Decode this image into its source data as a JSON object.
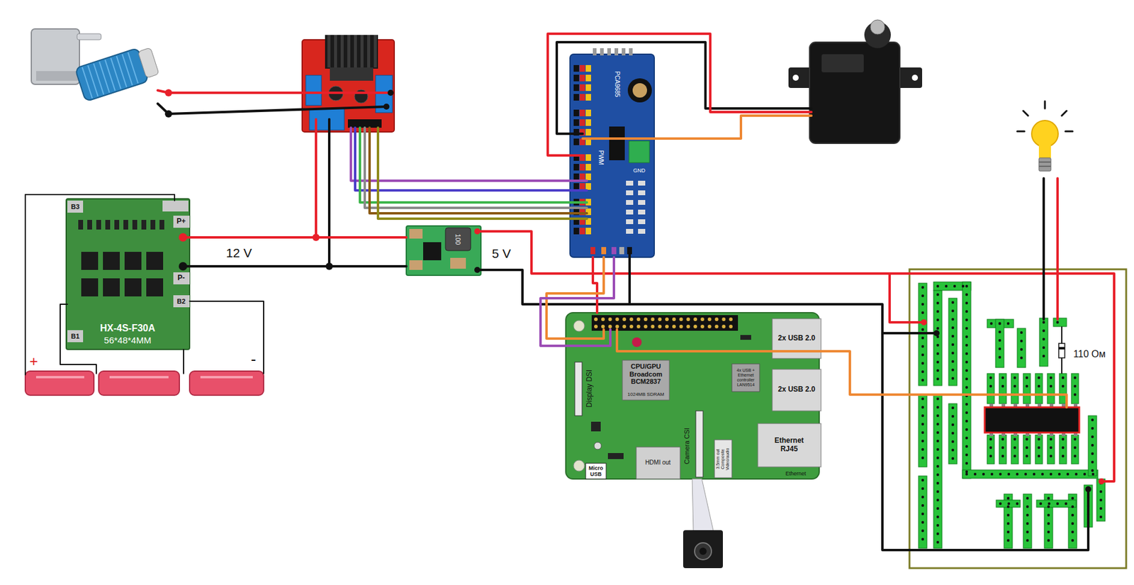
{
  "diagram": {
    "nodes": [
      {
        "text": [
          "PCA9685",
          "PWM",
          "GND"
        ]
      },
      {
        "text": [
          "HX-4S-F30A",
          "56*48*4MM"
        ]
      },
      {
        "text": [
          "100"
        ]
      },
      {
        "text": [
          "Display DSI",
          "Camera CSI",
          "Ethernet"
        ]
      },
      {
        "text": [
          "2x USB 2.0"
        ],
        "in": 3
      },
      {
        "text": [
          "CPU/GPU Broadcom BCM2837",
          "1024MB SDRAM"
        ],
        "in": 3
      },
      {
        "text": [
          "4x USB + Ethernet controller LAN9514"
        ],
        "in": 3
      },
      {
        "text": [
          "2x USB 2.0"
        ],
        "in": 3
      },
      {
        "text": [
          "Ethernet RJ45"
        ],
        "in": 3
      },
      {
        "text": [
          "HDMI out"
        ],
        "in": 3
      },
      {
        "text": [
          "3.5mm out Composite Video/audio"
        ],
        "in": 3
      },
      {
        "text": [
          "Micro USB"
        ],
        "in": 3
      }
    ],
    "edges": [
      {
        "from": 1,
        "to": 2,
        "arrow": "none"
      },
      {
        "from": 1,
        "to": 2,
        "arrow": "none"
      },
      {
        "from": 0,
        "to": 3,
        "arrow": "none"
      },
      {
        "from": 0,
        "to": 3,
        "arrow": "none"
      },
      {
        "from": 0,
        "to": 3,
        "arrow": "none"
      }
    ],
    "labels": [
      "B3",
      "P+",
      "P-",
      "B2",
      "B1",
      "+",
      "-",
      "12 V",
      "5 V",
      "110 Ом"
    ]
  }
}
